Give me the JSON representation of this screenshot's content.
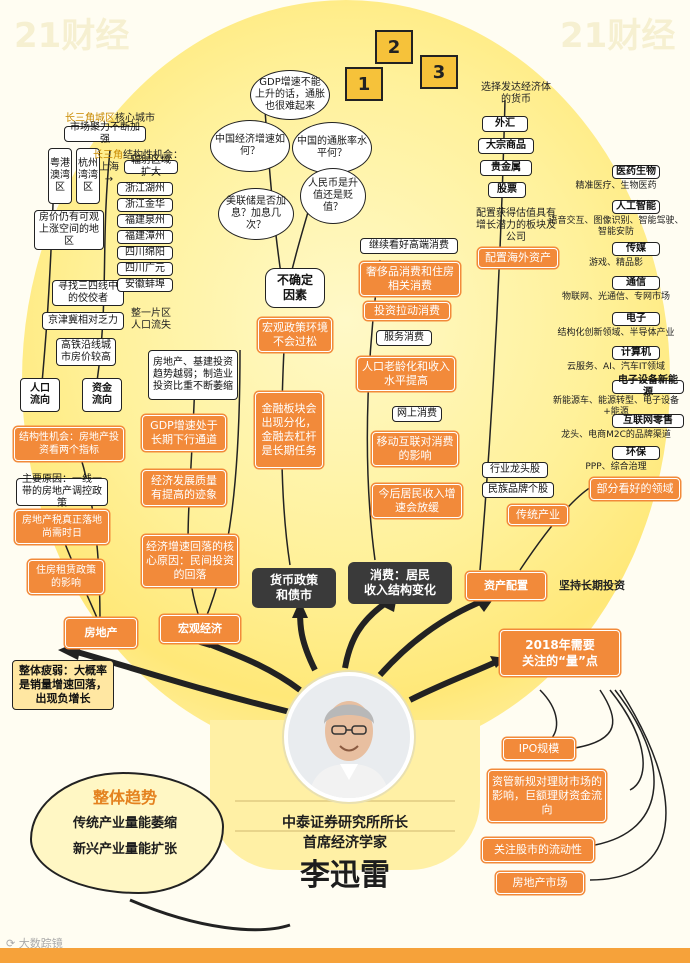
{
  "person": {
    "title_line1": "中泰证券研究所所长",
    "title_line2": "首席经济学家",
    "name": "李迅雷"
  },
  "overall": {
    "title": "整体趋势",
    "line1": "传统产业量能萎缩",
    "line2": "新兴产业量能扩张"
  },
  "watermark": {
    "bottom_left": "大数踪镜",
    "corner": "21财经"
  },
  "cubes": [
    "1",
    "2",
    "3"
  ],
  "main_topics": {
    "real_estate": "房地产",
    "macro": "宏观经济",
    "monetary": "货币政策\n和债市",
    "consumption": "消费：居民\n收入结构变化",
    "asset": "资产配置",
    "asset_note": "坚持长期投资",
    "y2018": "2018年需要\n关注的“量”点"
  },
  "real_estate": {
    "summary": "整体疲弱：大概率是销量增速回落，出现负增长",
    "rent": "住房租赁政策的影响",
    "tax": "房地产税真正落地尚需时日",
    "reason": "主要原因：一线一带的房地产调控政策",
    "opportunity": "结构性机会：房地产投资看两个指标",
    "people": "人口\n流向",
    "capital": "资金\n流向",
    "hsr": "高铁沿线城市房价较高",
    "jingjin": "京津冀相对乏力",
    "jingjin_note": "整一片区\n人口流失",
    "find": "寻找三四线中的佼佼者",
    "room": "房价仍有可观上涨空间的地区",
    "regions": [
      "粤港澳湾区",
      "杭州湾湾区"
    ],
    "yrd_label_hl": "长三角城区",
    "yrd_label": "核心城市",
    "yrd_note": "市场聚力不断加强",
    "yrd_chance_hl": "长三角",
    "yrd_chance": "结构性机会：",
    "shanghai": "上海 →",
    "shanghai_note": "辐射区域扩大",
    "cities": [
      "浙江湖州",
      "浙江金华",
      "福建泉州",
      "福建漳州",
      "四川绵阳",
      "四川广元",
      "安徽蚌埠"
    ]
  },
  "macro": {
    "reason": "经济增速回落的核心原因：民间投资的回落",
    "quality": "经济发展质量有提高的迹象",
    "gdp": "GDP增速处于长期下行通道",
    "infra": "房地产、基建投资趋势越弱；制造业投资比重不断萎缩"
  },
  "uncertain": {
    "label": "不确定\n因素",
    "q_growth": "中国经济增速如何？",
    "q_gdp": "GDP增速不能上升的话，通胀也很难起来",
    "q_inflation": "中国的通胀率水平何？",
    "q_fed": "美联储是否加息？加息几次？",
    "q_rmb": "人民币是升值还是贬值？"
  },
  "monetary": {
    "loose": "宏观政策环境不会过松",
    "finance": "金融板块会出现分化，金融去杠杆是长期任务"
  },
  "consumption": {
    "luxury_trend": "继续看好高端消费",
    "luxury": "奢侈品消费和住房相关消费",
    "invest_pull": "投资拉动消费",
    "service": "服务消费",
    "aging": "人口老龄化和收入水平提高",
    "online": "网上消费",
    "mobile": "移动互联对消费的影响",
    "subsidy": "今后居民收入增速会放缓"
  },
  "asset": {
    "developed": "选择发达经济体的货币",
    "fx": "外汇",
    "commodity": "大宗商品",
    "gold": "贵金属",
    "stocks": "股票",
    "growth_pick": "配置获得估值具有增长潜力的板块及公司",
    "overseas": "配置海外资产",
    "leaders": "行业龙头股",
    "brands": "民族品牌个股",
    "traditional": "传统产业",
    "good_sectors": "部分看好的领域"
  },
  "sectors": [
    {
      "head": "医药生物",
      "desc": "精准医疗、生物医药"
    },
    {
      "head": "人工智能",
      "desc": "语音交互、图像识别、智能驾驶、智能安防"
    },
    {
      "head": "传媒",
      "desc": "游戏、精品影"
    },
    {
      "head": "通信",
      "desc": "物联网、光通信、专网市场"
    },
    {
      "head": "电子",
      "desc": "结构化创新领域、半导体产业"
    },
    {
      "head": "计算机",
      "desc": "云服务、AI、汽车IT领域"
    },
    {
      "head": "电子设备新能源",
      "desc": "新能源车、能源转型、电子设备+能源"
    },
    {
      "head": "互联网零售",
      "desc": "龙头、电商M2C的品牌渠道"
    },
    {
      "head": "环保",
      "desc": "PPP、综合治理"
    }
  ],
  "quantities": [
    "IPO规模",
    "资管新规对理财市场的影响，巨额理财资金流向",
    "关注股市的流动性",
    "房地产市场"
  ],
  "colors": {
    "orange": "#f28a3a",
    "dark": "#3a3a3a",
    "bulb": "#fff19a"
  }
}
